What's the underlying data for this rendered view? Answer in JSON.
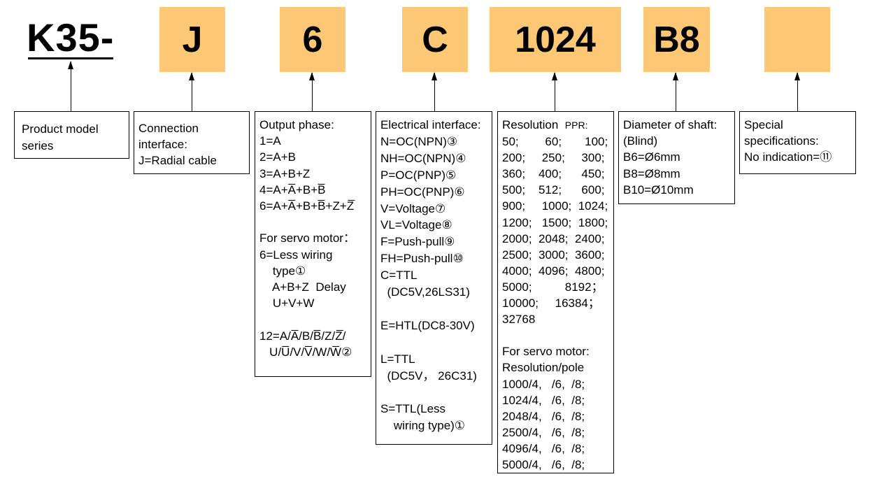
{
  "header": {
    "prefix": "K35-",
    "codes": [
      "J",
      "6",
      "C",
      "1024",
      "B8",
      ""
    ]
  },
  "boxes": {
    "product": {
      "lines": [
        "Product model",
        "series"
      ]
    },
    "connection": {
      "lines": [
        "Connection",
        "interface:",
        "J=Radial cable"
      ]
    },
    "output": {
      "lines": [
        "Output phase:",
        "1=A",
        "2=A+B",
        "3=A+B+Z",
        "4=A+A̅+B+B̅",
        "6=A+A̅+B+B̅+Z+Z̅",
        "",
        "For servo motor：",
        "6=Less wiring",
        "    type①",
        "    A+B+Z  Delay",
        "    U+V+W",
        "",
        "12=A/A̅/B/B̅/Z/Z̅/",
        "   U/U̅/V/V̅/W/W̅②"
      ]
    },
    "electrical": {
      "lines": [
        "Electrical interface:",
        "N=OC(NPN)③",
        "NH=OC(NPN)④",
        "P=OC(PNP)⑤",
        "PH=OC(PNP)⑥",
        "V=Voltage⑦",
        "VL=Voltage⑧",
        "F=Push-pull⑨",
        "FH=Push-pull⑩",
        "C=TTL",
        "  (DC5V,26LS31)",
        "",
        "E=HTL(DC8-30V)",
        "",
        "L=TTL",
        "  (DC5V， 26C31)",
        "",
        "S=TTL(Less",
        "    wiring type)①"
      ]
    },
    "resolution": {
      "title": "Resolution",
      "unit": "PPR:",
      "lines": [
        "50;        60;       100;",
        "200;     250;     300;",
        "360;    400;      450;",
        "500;    512;      600;",
        "900;     1000;  1024;",
        "1200;   1500;  1800;",
        "2000;  2048;  2400;",
        "2500;  3000;  3600;",
        "4000;  4096;  4800;",
        "5000;          8192；",
        "10000;     16384；",
        "32768",
        "",
        "For servo motor:",
        "Resolution/pole",
        "1000/4,   /6,  /8;",
        "1024/4,   /6,  /8;",
        "2048/4,   /6,  /8;",
        "2500/4,   /6,  /8;",
        "4096/4,   /6,  /8;",
        "5000/4,   /6,  /8;"
      ]
    },
    "shaft": {
      "lines": [
        "Diameter of shaft:",
        "(Blind)",
        "B6=Ø6mm",
        "B8=Ø8mm",
        "B10=Ø10mm"
      ]
    },
    "special": {
      "lines": [
        "Special",
        "specifications:",
        "No indication=⑪"
      ]
    }
  },
  "colors": {
    "code_fill": "#fcc876"
  }
}
